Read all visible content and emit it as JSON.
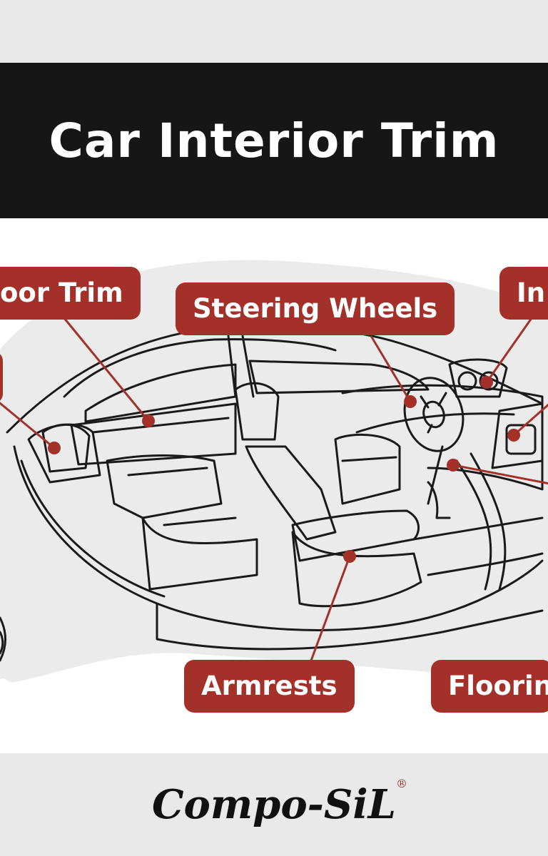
{
  "title": "Car Interior Trim",
  "labels": {
    "door_trim": "oor Trim",
    "steering_wheels": "Steering Wheels",
    "instrument": "In",
    "armrests": "Armrests",
    "flooring": "Floorin"
  },
  "brand": {
    "name": "Compo-SiL",
    "registered": "®"
  },
  "colors": {
    "accent": "#a4302a",
    "title_band": "#161616",
    "background": "#e9e9e9",
    "line_art": "#1a1a1a"
  }
}
